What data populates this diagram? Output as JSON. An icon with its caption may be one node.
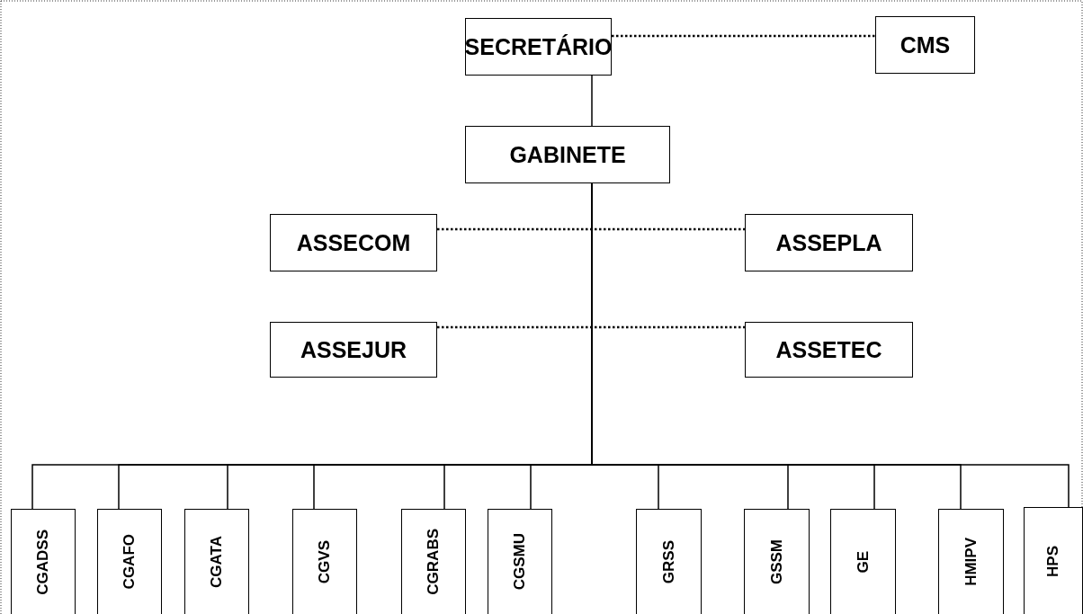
{
  "diagram": {
    "nodes": [
      {
        "text": [
          "SECRETÁRIO"
        ]
      },
      {
        "text": [
          "CMS"
        ]
      },
      {
        "text": [
          "GABINETE"
        ]
      },
      {
        "text": [
          "ASSECOM"
        ]
      },
      {
        "text": [
          "ASSEPLA"
        ]
      },
      {
        "text": [
          "ASSEJUR"
        ]
      },
      {
        "text": [
          "ASSETEC"
        ]
      },
      {
        "text": [
          "CGADSS"
        ]
      },
      {
        "text": [
          "CGAFO"
        ]
      },
      {
        "text": [
          "CGATA"
        ]
      },
      {
        "text": [
          "CGVS"
        ]
      },
      {
        "text": [
          "CGRABS"
        ]
      },
      {
        "text": [
          "CGSMU"
        ]
      },
      {
        "text": [
          "GRSS"
        ]
      },
      {
        "text": [
          "GSSM"
        ]
      },
      {
        "text": [
          "GE"
        ]
      },
      {
        "text": [
          "HMIPV"
        ]
      },
      {
        "text": [
          "HPS"
        ]
      }
    ],
    "edges": [
      {
        "from": 0,
        "to": 1,
        "arrow": "none",
        "style": "dashed"
      },
      {
        "from": 0,
        "to": 2,
        "arrow": "none"
      },
      {
        "from": 3,
        "to": 4,
        "arrow": "none",
        "style": "dashed"
      },
      {
        "from": 5,
        "to": 6,
        "arrow": "none",
        "style": "dashed"
      },
      {
        "from": 2,
        "to": 7,
        "arrow": "none"
      },
      {
        "from": 2,
        "to": 8,
        "arrow": "none"
      },
      {
        "from": 2,
        "to": 9,
        "arrow": "none"
      },
      {
        "from": 2,
        "to": 10,
        "arrow": "none"
      },
      {
        "from": 2,
        "to": 11,
        "arrow": "none"
      },
      {
        "from": 2,
        "to": 12,
        "arrow": "none"
      },
      {
        "from": 2,
        "to": 13,
        "arrow": "none"
      },
      {
        "from": 2,
        "to": 14,
        "arrow": "none"
      },
      {
        "from": 2,
        "to": 15,
        "arrow": "none"
      },
      {
        "from": 2,
        "to": 16,
        "arrow": "none"
      },
      {
        "from": 2,
        "to": 17,
        "arrow": "none"
      }
    ]
  }
}
